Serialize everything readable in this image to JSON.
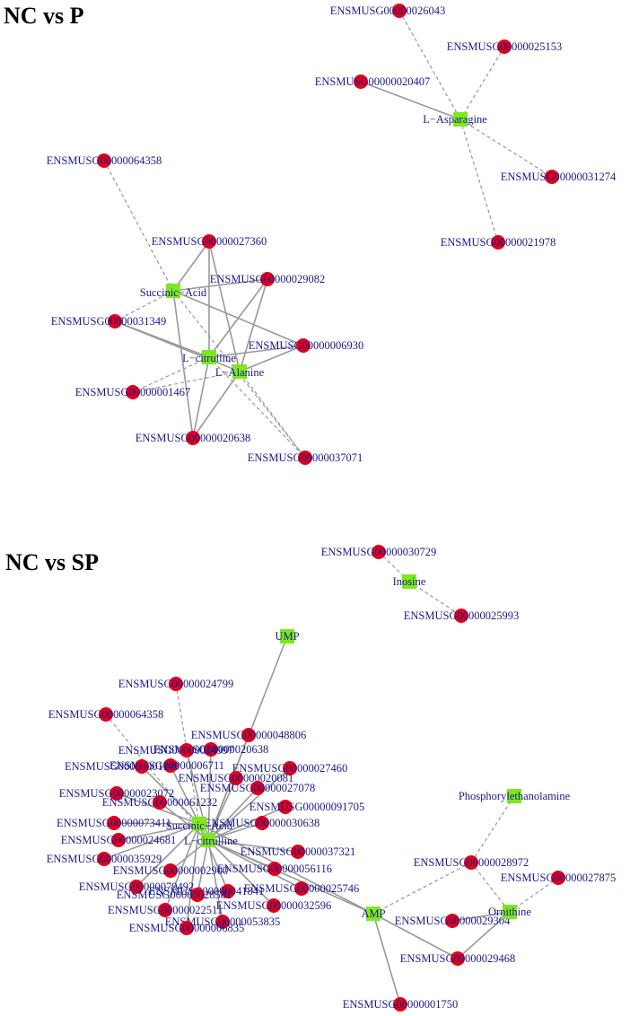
{
  "panels": [
    {
      "title": "NC vs P",
      "nodes": [
        {
          "id": "g26043",
          "label": "ENSMUSG00000026043",
          "type": "gene"
        },
        {
          "id": "g25153",
          "label": "ENSMUSG00000025153",
          "type": "gene"
        },
        {
          "id": "g20407",
          "label": "ENSMUSG00000020407",
          "type": "gene"
        },
        {
          "id": "Asn",
          "label": "L−Asparagine",
          "type": "metabolite"
        },
        {
          "id": "g31274",
          "label": "ENSMUSG00000031274",
          "type": "gene"
        },
        {
          "id": "g21978",
          "label": "ENSMUSG00000021978",
          "type": "gene"
        },
        {
          "id": "g64358",
          "label": "ENSMUSG00000064358",
          "type": "gene"
        },
        {
          "id": "g27360",
          "label": "ENSMUSG00000027360",
          "type": "gene"
        },
        {
          "id": "g29082",
          "label": "ENSMUSG00000029082",
          "type": "gene"
        },
        {
          "id": "Suc",
          "label": "Succinic−Acid",
          "type": "metabolite"
        },
        {
          "id": "g31349",
          "label": "ENSMUSG00000031349",
          "type": "gene"
        },
        {
          "id": "g6930",
          "label": "ENSMUSG00000006930",
          "type": "gene"
        },
        {
          "id": "Cit",
          "label": "L−citrulline",
          "type": "metabolite"
        },
        {
          "id": "Ala",
          "label": "L−Alanine",
          "type": "metabolite"
        },
        {
          "id": "g1467",
          "label": "ENSMUSG00000001467",
          "type": "gene"
        },
        {
          "id": "g20638",
          "label": "ENSMUSG00000020638",
          "type": "gene"
        },
        {
          "id": "g37071",
          "label": "ENSMUSG00000037071",
          "type": "gene"
        }
      ],
      "edges": [
        {
          "from": "g26043",
          "to": "Asn",
          "style": "dashed"
        },
        {
          "from": "g25153",
          "to": "Asn",
          "style": "dashed"
        },
        {
          "from": "g20407",
          "to": "Asn",
          "style": "solid"
        },
        {
          "from": "Asn",
          "to": "g31274",
          "style": "dashed"
        },
        {
          "from": "Asn",
          "to": "g21978",
          "style": "dashed"
        },
        {
          "from": "g64358",
          "to": "Suc",
          "style": "dashed"
        },
        {
          "from": "g27360",
          "to": "Suc",
          "style": "solid"
        },
        {
          "from": "g27360",
          "to": "Cit",
          "style": "solid"
        },
        {
          "from": "g27360",
          "to": "Ala",
          "style": "solid"
        },
        {
          "from": "g29082",
          "to": "Cit",
          "style": "solid"
        },
        {
          "from": "g29082",
          "to": "Ala",
          "style": "solid"
        },
        {
          "from": "g29082",
          "to": "Suc",
          "style": "solid"
        },
        {
          "from": "Suc",
          "to": "g6930",
          "style": "solid"
        },
        {
          "from": "Suc",
          "to": "g20638",
          "style": "solid"
        },
        {
          "from": "Suc",
          "to": "g31349",
          "style": "dashed"
        },
        {
          "from": "Suc",
          "to": "g37071",
          "style": "dashed"
        },
        {
          "from": "g31349",
          "to": "Cit",
          "style": "solid"
        },
        {
          "from": "g31349",
          "to": "Ala",
          "style": "solid"
        },
        {
          "from": "Cit",
          "to": "g6930",
          "style": "solid"
        },
        {
          "from": "Ala",
          "to": "g6930",
          "style": "solid"
        },
        {
          "from": "Cit",
          "to": "g1467",
          "style": "dashed"
        },
        {
          "from": "Ala",
          "to": "g1467",
          "style": "dashed"
        },
        {
          "from": "Cit",
          "to": "g20638",
          "style": "solid"
        },
        {
          "from": "Ala",
          "to": "g20638",
          "style": "solid"
        },
        {
          "from": "Cit",
          "to": "g37071",
          "style": "dashed"
        },
        {
          "from": "Ala",
          "to": "g37071",
          "style": "dashed"
        }
      ]
    },
    {
      "title": "NC vs SP",
      "nodes": [
        {
          "id": "g30729",
          "label": "ENSMUSG00000030729",
          "type": "gene"
        },
        {
          "id": "Ino",
          "label": "Inosine",
          "type": "metabolite"
        },
        {
          "id": "g25993",
          "label": "ENSMUSG00000025993",
          "type": "gene"
        },
        {
          "id": "UMP",
          "label": "UMP",
          "type": "metabolite"
        },
        {
          "id": "g24799",
          "label": "ENSMUSG00000024799",
          "type": "gene"
        },
        {
          "id": "s64358",
          "label": "ENSMUSG00000064358",
          "type": "gene"
        },
        {
          "id": "g48806",
          "label": "ENSMUSG00000048806",
          "type": "gene"
        },
        {
          "id": "g20638b",
          "label": "ENSMUSG00000020638",
          "type": "gene"
        },
        {
          "id": "gA",
          "label": "ENSMUSG00000024997",
          "type": "gene"
        },
        {
          "id": "g27460",
          "label": "ENSMUSG00000027460",
          "type": "gene"
        },
        {
          "id": "gB",
          "label": "ENSMUSG00000006711",
          "type": "gene"
        },
        {
          "id": "g20081",
          "label": "ENSMUSG00000020081",
          "type": "gene"
        },
        {
          "id": "gC",
          "label": "ENSMUSG00000001149",
          "type": "gene"
        },
        {
          "id": "g27078",
          "label": "ENSMUSG00000027078",
          "type": "gene"
        },
        {
          "id": "g23072",
          "label": "ENSMUSG00000023072",
          "type": "gene"
        },
        {
          "id": "g91705",
          "label": "ENSMUSG00000091705",
          "type": "gene"
        },
        {
          "id": "g61232",
          "label": "ENSMUSG00000061232",
          "type": "gene"
        },
        {
          "id": "Pho",
          "label": "Phosphorylethanolamine",
          "type": "metabolite"
        },
        {
          "id": "Suc2",
          "label": "Succinic−Acid",
          "type": "metabolite"
        },
        {
          "id": "Cit2",
          "label": "L−citrulline",
          "type": "metabolite"
        },
        {
          "id": "g73411",
          "label": "ENSMUSG00000073411",
          "type": "gene"
        },
        {
          "id": "g30638",
          "label": "ENSMUSG00000030638",
          "type": "gene"
        },
        {
          "id": "g24681",
          "label": "ENSMUSG00000024681",
          "type": "gene"
        },
        {
          "id": "g37321",
          "label": "ENSMUSG00000037321",
          "type": "gene"
        },
        {
          "id": "g35929",
          "label": "ENSMUSG00000035929",
          "type": "gene"
        },
        {
          "id": "g28972",
          "label": "ENSMUSG00000028972",
          "type": "gene"
        },
        {
          "id": "g2900",
          "label": "ENSMUSG00000002900",
          "type": "gene"
        },
        {
          "id": "g56116",
          "label": "ENSMUSG00000056116",
          "type": "gene"
        },
        {
          "id": "g27875",
          "label": "ENSMUSG00000027875",
          "type": "gene"
        },
        {
          "id": "g79492",
          "label": "ENSMUSG00000079492",
          "type": "gene"
        },
        {
          "id": "g25746",
          "label": "ENSMUSG00000025746",
          "type": "gene"
        },
        {
          "id": "gD",
          "label": "ENSMUSG00000041841",
          "type": "gene"
        },
        {
          "id": "gE",
          "label": "ENSMUSG00000028581",
          "type": "gene"
        },
        {
          "id": "g32596",
          "label": "ENSMUSG00000032596",
          "type": "gene"
        },
        {
          "id": "AMP",
          "label": "AMP",
          "type": "metabolite"
        },
        {
          "id": "Orn",
          "label": "Ornithine",
          "type": "metabolite"
        },
        {
          "id": "gF",
          "label": "ENSMUSG00000022511",
          "type": "gene"
        },
        {
          "id": "g29304",
          "label": "ENSMUSG00000029304",
          "type": "gene"
        },
        {
          "id": "g53835",
          "label": "ENSMUSG00000053835",
          "type": "gene"
        },
        {
          "id": "g6835",
          "label": "ENSMUSG00000006835",
          "type": "gene"
        },
        {
          "id": "g29468",
          "label": "ENSMUSG00000029468",
          "type": "gene"
        },
        {
          "id": "g1750",
          "label": "ENSMUSG00000001750",
          "type": "gene"
        }
      ],
      "edges": [
        {
          "from": "g30729",
          "to": "Ino",
          "style": "dashed"
        },
        {
          "from": "Ino",
          "to": "g25993",
          "style": "dashed"
        },
        {
          "from": "UMP",
          "to": "Cit2",
          "style": "solid"
        },
        {
          "from": "g24799",
          "to": "Suc2",
          "style": "dashed"
        },
        {
          "from": "s64358",
          "to": "Cit2",
          "style": "dashed"
        },
        {
          "from": "g48806",
          "to": "Cit2",
          "style": "solid"
        },
        {
          "from": "g20638b",
          "to": "Cit2",
          "style": "solid"
        },
        {
          "from": "gA",
          "to": "Cit2",
          "style": "solid"
        },
        {
          "from": "g27460",
          "to": "Cit2",
          "style": "solid"
        },
        {
          "from": "gB",
          "to": "Suc2",
          "style": "solid"
        },
        {
          "from": "g20081",
          "to": "Cit2",
          "style": "solid"
        },
        {
          "from": "gC",
          "to": "Suc2",
          "style": "solid"
        },
        {
          "from": "g27078",
          "to": "Cit2",
          "style": "solid"
        },
        {
          "from": "g23072",
          "to": "Suc2",
          "style": "solid"
        },
        {
          "from": "g91705",
          "to": "Cit2",
          "style": "solid"
        },
        {
          "from": "g61232",
          "to": "Cit2",
          "style": "solid"
        },
        {
          "from": "g73411",
          "to": "Suc2",
          "style": "solid"
        },
        {
          "from": "g30638",
          "to": "Cit2",
          "style": "solid"
        },
        {
          "from": "g24681",
          "to": "Suc2",
          "style": "solid"
        },
        {
          "from": "g37321",
          "to": "Cit2",
          "style": "solid"
        },
        {
          "from": "g35929",
          "to": "Suc2",
          "style": "solid"
        },
        {
          "from": "g2900",
          "to": "Cit2",
          "style": "solid"
        },
        {
          "from": "g56116",
          "to": "Cit2",
          "style": "solid"
        },
        {
          "from": "g79492",
          "to": "Suc2",
          "style": "solid"
        },
        {
          "from": "g25746",
          "to": "Cit2",
          "style": "solid"
        },
        {
          "from": "gD",
          "to": "Suc2",
          "style": "solid"
        },
        {
          "from": "gE",
          "to": "Cit2",
          "style": "solid"
        },
        {
          "from": "g32596",
          "to": "Cit2",
          "style": "solid"
        },
        {
          "from": "gF",
          "to": "Suc2",
          "style": "solid"
        },
        {
          "from": "g53835",
          "to": "Cit2",
          "style": "solid"
        },
        {
          "from": "g6835",
          "to": "Suc2",
          "style": "solid"
        },
        {
          "from": "Cit2",
          "to": "AMP",
          "style": "solid"
        },
        {
          "from": "Suc2",
          "to": "AMP",
          "style": "solid"
        },
        {
          "from": "AMP",
          "to": "g1750",
          "style": "solid"
        },
        {
          "from": "AMP",
          "to": "g29468",
          "style": "solid"
        },
        {
          "from": "AMP",
          "to": "g28972",
          "style": "dashed"
        },
        {
          "from": "Pho",
          "to": "g28972",
          "style": "dashed"
        },
        {
          "from": "g28972",
          "to": "Orn",
          "style": "dashed"
        },
        {
          "from": "Orn",
          "to": "g27875",
          "style": "dashed"
        },
        {
          "from": "Orn",
          "to": "g29304",
          "style": "solid"
        },
        {
          "from": "Orn",
          "to": "g29468",
          "style": "solid"
        }
      ]
    }
  ]
}
